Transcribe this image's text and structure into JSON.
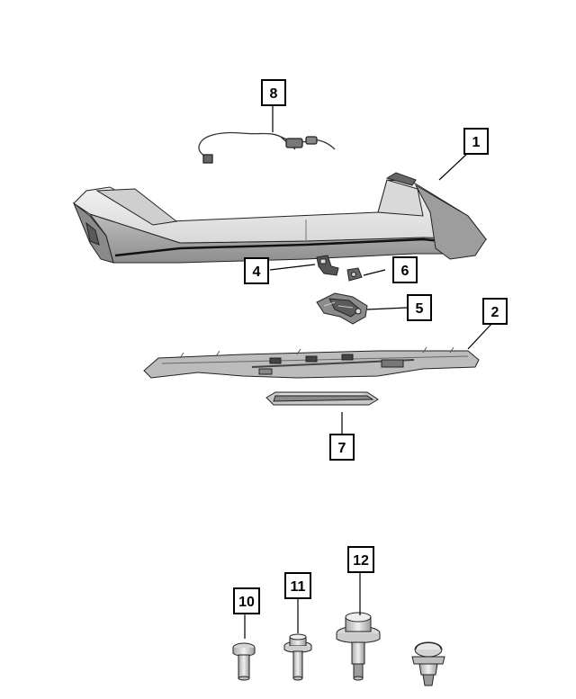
{
  "diagram": {
    "callouts": [
      {
        "id": "callout-1",
        "label": "1"
      },
      {
        "id": "callout-2",
        "label": "2"
      },
      {
        "id": "callout-4",
        "label": "4"
      },
      {
        "id": "callout-5",
        "label": "5"
      },
      {
        "id": "callout-6",
        "label": "6"
      },
      {
        "id": "callout-7",
        "label": "7"
      },
      {
        "id": "callout-8",
        "label": "8"
      },
      {
        "id": "callout-10",
        "label": "10"
      },
      {
        "id": "callout-11",
        "label": "11"
      },
      {
        "id": "callout-12",
        "label": "12"
      }
    ]
  }
}
